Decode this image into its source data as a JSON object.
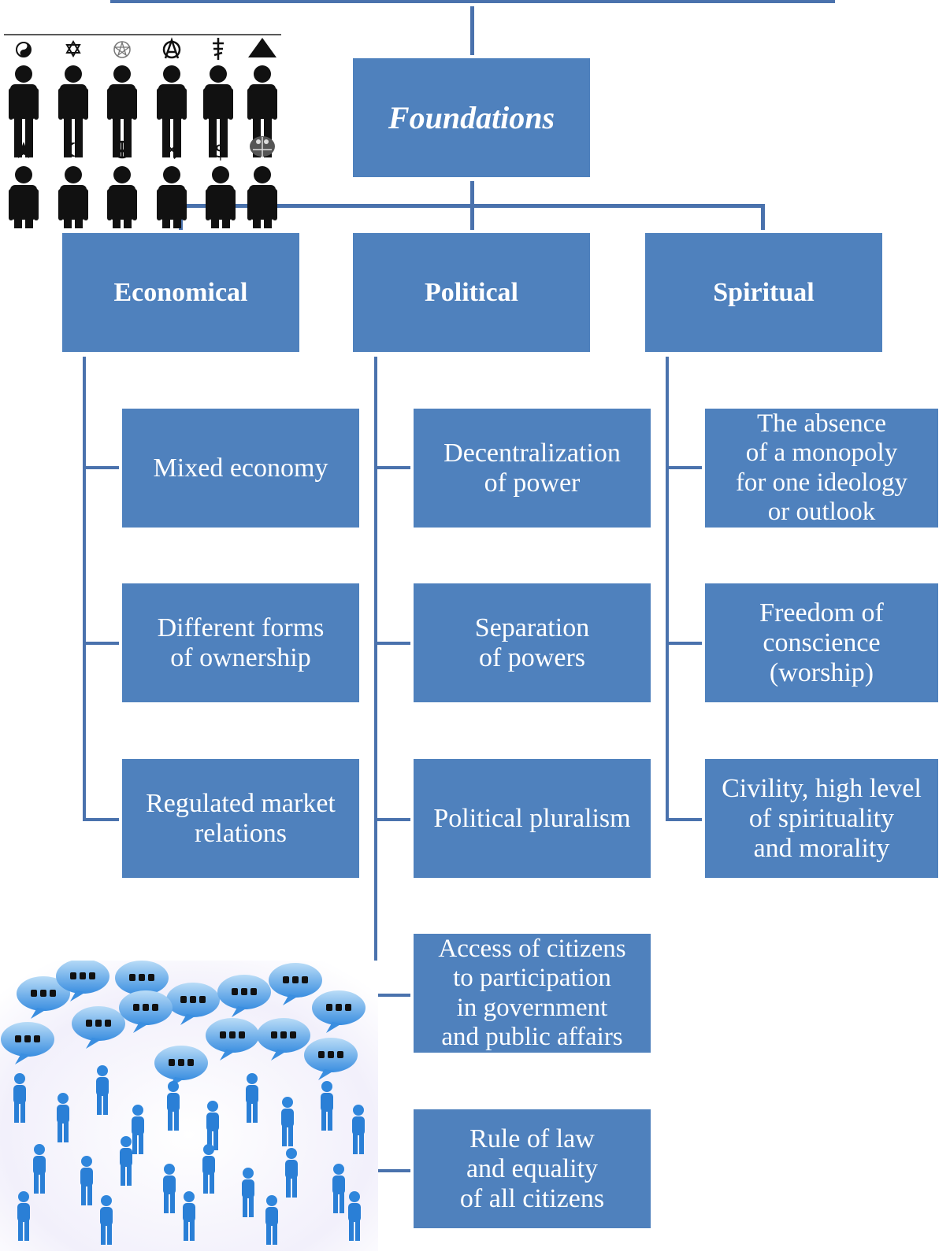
{
  "root": {
    "label": "Foundations"
  },
  "categories": [
    {
      "label": "Economical",
      "items": [
        "Mixed economy",
        "Different forms\nof ownership",
        "Regulated market\nrelations"
      ]
    },
    {
      "label": "Political",
      "items": [
        "Decentralization\nof power",
        "Separation\nof powers",
        "Political pluralism",
        "Access of citizens\nto participation\nin government\nand public affairs",
        "Rule of law\nand equality\nof all citizens"
      ]
    },
    {
      "label": "Spiritual",
      "items": [
        "The absence\nof a monopoly\nfor one ideology\nor outlook",
        "Freedom of\nconscience\n(worship)",
        "Civility, high level\nof spirituality\nand morality"
      ]
    }
  ],
  "colors": {
    "box": "#4f81bd",
    "line": "#4a72ad",
    "text": "#ffffff"
  },
  "illustrations": {
    "top_left": {
      "description_icons": [
        "yin-yang",
        "star-of-david",
        "pentagram",
        "anarchy",
        "orthodox-cross",
        "pyramid",
        "star",
        "crescent",
        "peace",
        "swastika",
        "dollar",
        "eagle"
      ]
    },
    "bottom_left": {
      "icon": "crowd-speech-bubbles"
    }
  }
}
